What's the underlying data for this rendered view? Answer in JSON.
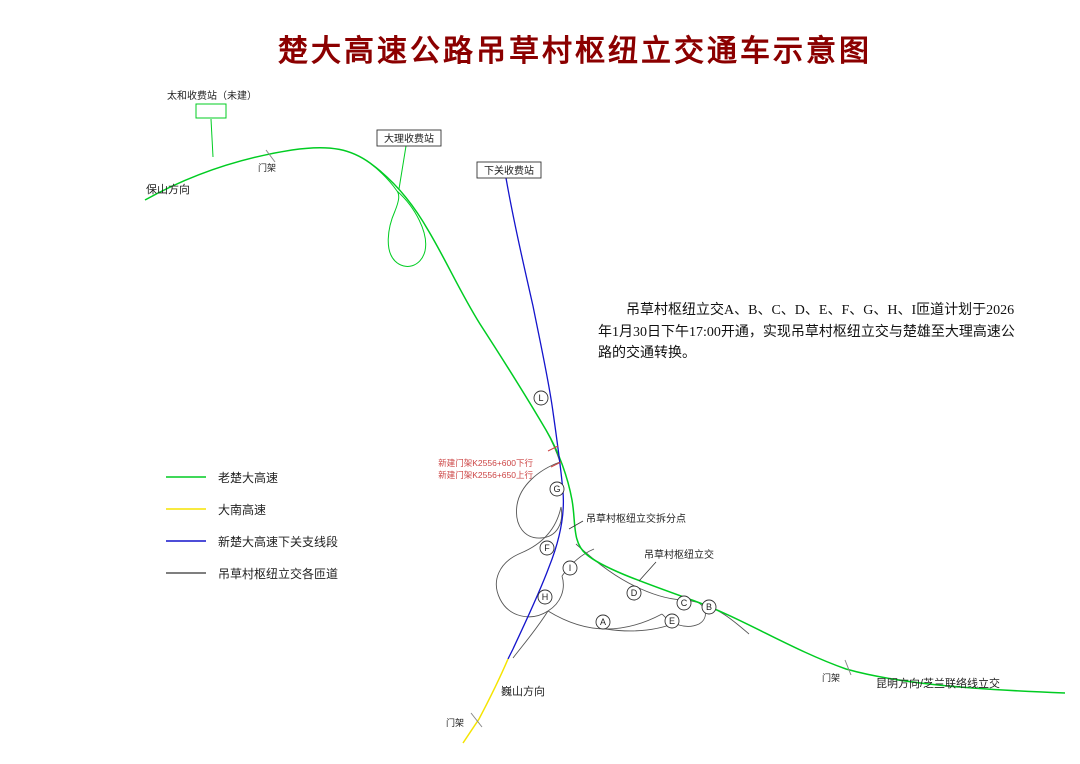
{
  "title": "楚大高速公路吊草村枢纽立交通车示意图",
  "note": "吊草村枢纽立交A、B、C、D、E、F、G、H、I匝道计划于2026年1月30日下午17:00开通，实现吊草村枢纽立交与楚雄至大理高速公路的交通转换。",
  "stations": {
    "taihe": "太和收费站（未建）",
    "dali": "大理收费站",
    "xiaguan": "下关收费站"
  },
  "directions": {
    "baoshan": "保山方向",
    "weishan": "巍山方向",
    "kunming": "昆明方向/芝兰联络线立交"
  },
  "gantry_label": "门架",
  "gantries": {
    "new_down": "新建门架K2556+600下行",
    "new_up": "新建门架K2556+650上行"
  },
  "callouts": {
    "split_point": "吊草村枢纽立交拆分点",
    "interchange": "吊草村枢纽立交"
  },
  "legend": [
    {
      "label": "老楚大高速",
      "color": "#00cc22"
    },
    {
      "label": "大南高速",
      "color": "#f5e400"
    },
    {
      "label": "新楚大高速下关支线段",
      "color": "#1414cc"
    },
    {
      "label": "吊草村枢纽立交各匝道",
      "color": "#555555"
    }
  ],
  "ramps": [
    "L",
    "G",
    "F",
    "I",
    "H",
    "A",
    "D",
    "E",
    "C",
    "B"
  ],
  "colors": {
    "title": "#8b0000",
    "gantry_note": "#cc4444"
  }
}
